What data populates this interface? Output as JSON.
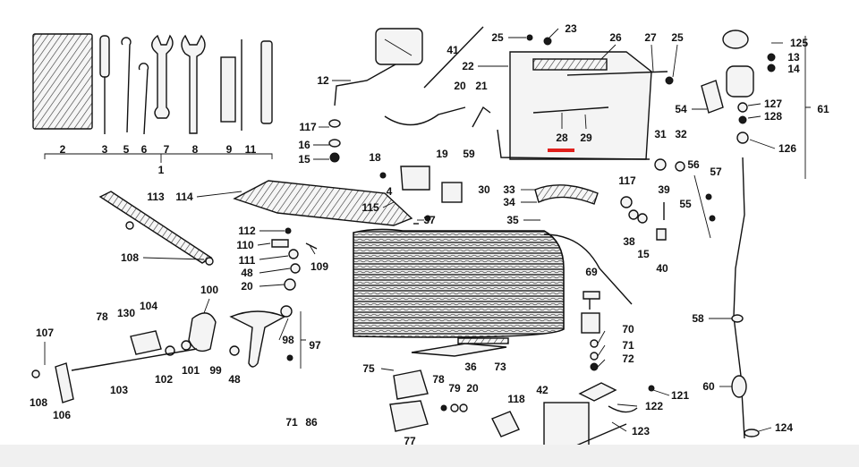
{
  "diagram": {
    "accent_color": "#e0201c",
    "labels": [
      {
        "id": "2",
        "text": "2"
      },
      {
        "id": "3",
        "text": "3"
      },
      {
        "id": "5",
        "text": "5"
      },
      {
        "id": "6",
        "text": "6"
      },
      {
        "id": "7",
        "text": "7"
      },
      {
        "id": "8",
        "text": "8"
      },
      {
        "id": "9",
        "text": "9"
      },
      {
        "id": "11",
        "text": "11"
      },
      {
        "id": "1",
        "text": "1"
      },
      {
        "id": "12",
        "text": "12"
      },
      {
        "id": "117a",
        "text": "117"
      },
      {
        "id": "16",
        "text": "16"
      },
      {
        "id": "15a",
        "text": "15"
      },
      {
        "id": "18",
        "text": "18"
      },
      {
        "id": "4",
        "text": "4"
      },
      {
        "id": "19",
        "text": "19"
      },
      {
        "id": "59",
        "text": "59"
      },
      {
        "id": "20a",
        "text": "20"
      },
      {
        "id": "21",
        "text": "21"
      },
      {
        "id": "41",
        "text": "41"
      },
      {
        "id": "22",
        "text": "22"
      },
      {
        "id": "25a",
        "text": "25"
      },
      {
        "id": "23",
        "text": "23"
      },
      {
        "id": "26",
        "text": "26"
      },
      {
        "id": "27",
        "text": "27"
      },
      {
        "id": "25b",
        "text": "25"
      },
      {
        "id": "28",
        "text": "28"
      },
      {
        "id": "29",
        "text": "29"
      },
      {
        "id": "30",
        "text": "30"
      },
      {
        "id": "31",
        "text": "31"
      },
      {
        "id": "32",
        "text": "32"
      },
      {
        "id": "33",
        "text": "33"
      },
      {
        "id": "34",
        "text": "34"
      },
      {
        "id": "35",
        "text": "35"
      },
      {
        "id": "117b",
        "text": "117"
      },
      {
        "id": "39",
        "text": "39"
      },
      {
        "id": "38",
        "text": "38"
      },
      {
        "id": "15b",
        "text": "15"
      },
      {
        "id": "40",
        "text": "40"
      },
      {
        "id": "54",
        "text": "54"
      },
      {
        "id": "125",
        "text": "125"
      },
      {
        "id": "13",
        "text": "13"
      },
      {
        "id": "14",
        "text": "14"
      },
      {
        "id": "127",
        "text": "127"
      },
      {
        "id": "128",
        "text": "128"
      },
      {
        "id": "61",
        "text": "61"
      },
      {
        "id": "126",
        "text": "126"
      },
      {
        "id": "56",
        "text": "56"
      },
      {
        "id": "57",
        "text": "57"
      },
      {
        "id": "55",
        "text": "55"
      },
      {
        "id": "113",
        "text": "113"
      },
      {
        "id": "114",
        "text": "114"
      },
      {
        "id": "115",
        "text": "115"
      },
      {
        "id": "37",
        "text": "37"
      },
      {
        "id": "108a",
        "text": "108"
      },
      {
        "id": "112",
        "text": "112"
      },
      {
        "id": "110",
        "text": "110"
      },
      {
        "id": "111",
        "text": "111"
      },
      {
        "id": "48a",
        "text": "48"
      },
      {
        "id": "20b",
        "text": "20"
      },
      {
        "id": "109",
        "text": "109"
      },
      {
        "id": "100",
        "text": "100"
      },
      {
        "id": "78a",
        "text": "78"
      },
      {
        "id": "130",
        "text": "130"
      },
      {
        "id": "104",
        "text": "104"
      },
      {
        "id": "98",
        "text": "98"
      },
      {
        "id": "97",
        "text": "97"
      },
      {
        "id": "107",
        "text": "107"
      },
      {
        "id": "102",
        "text": "102"
      },
      {
        "id": "101",
        "text": "101"
      },
      {
        "id": "99",
        "text": "99"
      },
      {
        "id": "48b",
        "text": "48"
      },
      {
        "id": "103",
        "text": "103"
      },
      {
        "id": "108b",
        "text": "108"
      },
      {
        "id": "106",
        "text": "106"
      },
      {
        "id": "69",
        "text": "69"
      },
      {
        "id": "70",
        "text": "70"
      },
      {
        "id": "71a",
        "text": "71"
      },
      {
        "id": "72",
        "text": "72"
      },
      {
        "id": "36",
        "text": "36"
      },
      {
        "id": "73",
        "text": "73"
      },
      {
        "id": "75",
        "text": "75"
      },
      {
        "id": "78b",
        "text": "78"
      },
      {
        "id": "79",
        "text": "79"
      },
      {
        "id": "20c",
        "text": "20"
      },
      {
        "id": "77",
        "text": "77"
      },
      {
        "id": "118",
        "text": "118"
      },
      {
        "id": "42",
        "text": "42"
      },
      {
        "id": "121",
        "text": "121"
      },
      {
        "id": "122",
        "text": "122"
      },
      {
        "id": "123",
        "text": "123"
      },
      {
        "id": "58",
        "text": "58"
      },
      {
        "id": "60",
        "text": "60"
      },
      {
        "id": "124",
        "text": "124"
      },
      {
        "id": "71b",
        "text": "71"
      },
      {
        "id": "86",
        "text": "86"
      }
    ]
  }
}
